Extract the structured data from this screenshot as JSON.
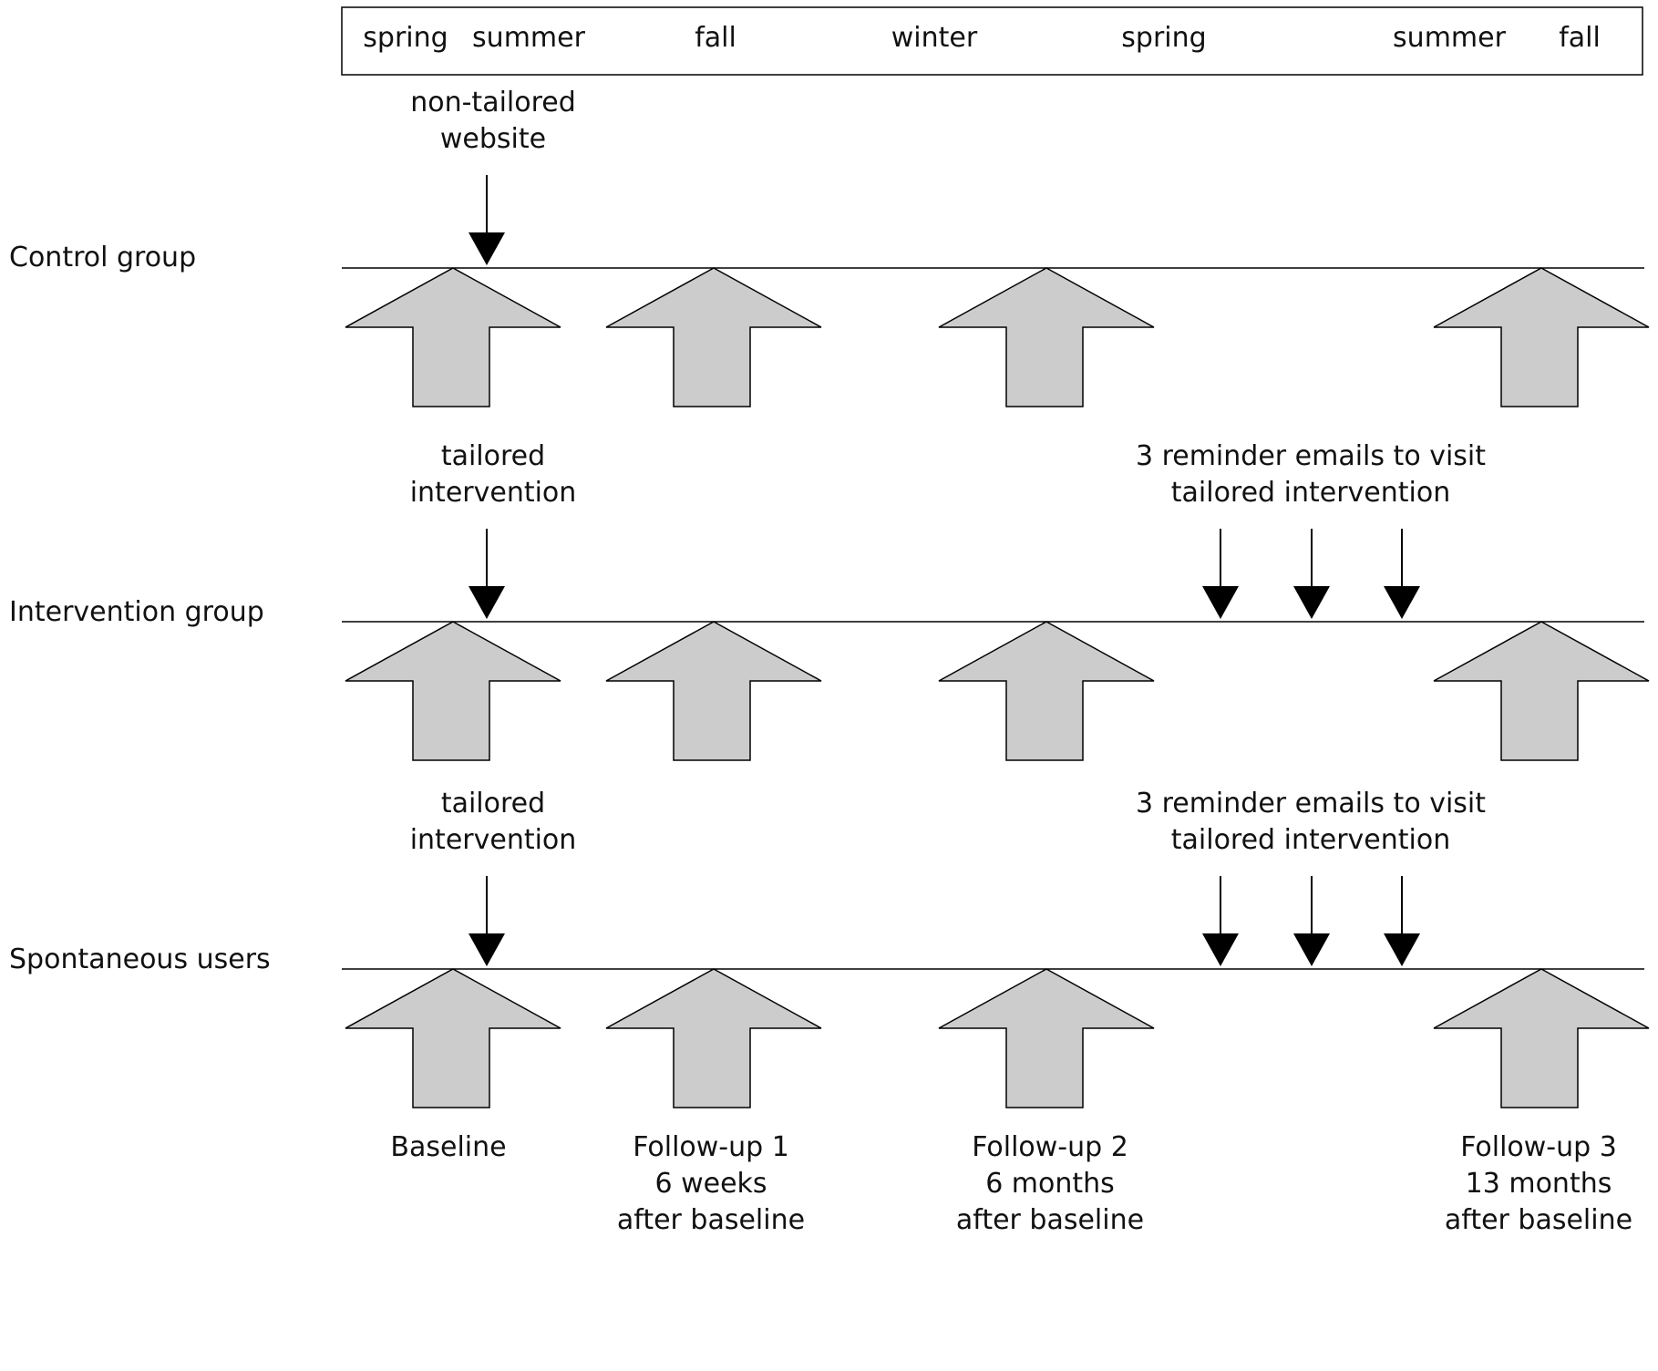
{
  "seasons": [
    "spring",
    "summer",
    "fall",
    "winter",
    "spring",
    "summer",
    "fall"
  ],
  "groups": [
    {
      "label": "Control group",
      "start_note": [
        "non-tailored",
        "website"
      ],
      "reminder_note": [],
      "reminder_count": 0
    },
    {
      "label": "Intervention group",
      "start_note": [
        "tailored",
        "intervention"
      ],
      "reminder_note": [
        "3 reminder emails to visit",
        "tailored intervention"
      ],
      "reminder_count": 3
    },
    {
      "label": "Spontaneous users",
      "start_note": [
        "tailored",
        "intervention"
      ],
      "reminder_note": [
        "3 reminder emails to visit",
        "tailored intervention"
      ],
      "reminder_count": 3
    }
  ],
  "measurements": [
    {
      "name": "baseline",
      "label": [
        "Baseline"
      ]
    },
    {
      "name": "follow-up-1",
      "label": [
        "Follow-up 1",
        "6 weeks",
        "after baseline"
      ]
    },
    {
      "name": "follow-up-2",
      "label": [
        "Follow-up 2",
        "6 months",
        "after baseline"
      ]
    },
    {
      "name": "follow-up-3",
      "label": [
        "Follow-up 3",
        "13 months",
        "after baseline"
      ]
    }
  ],
  "colors": {
    "arrow_fill": "#cccccc",
    "stroke": "#000000",
    "text": "#111111"
  }
}
